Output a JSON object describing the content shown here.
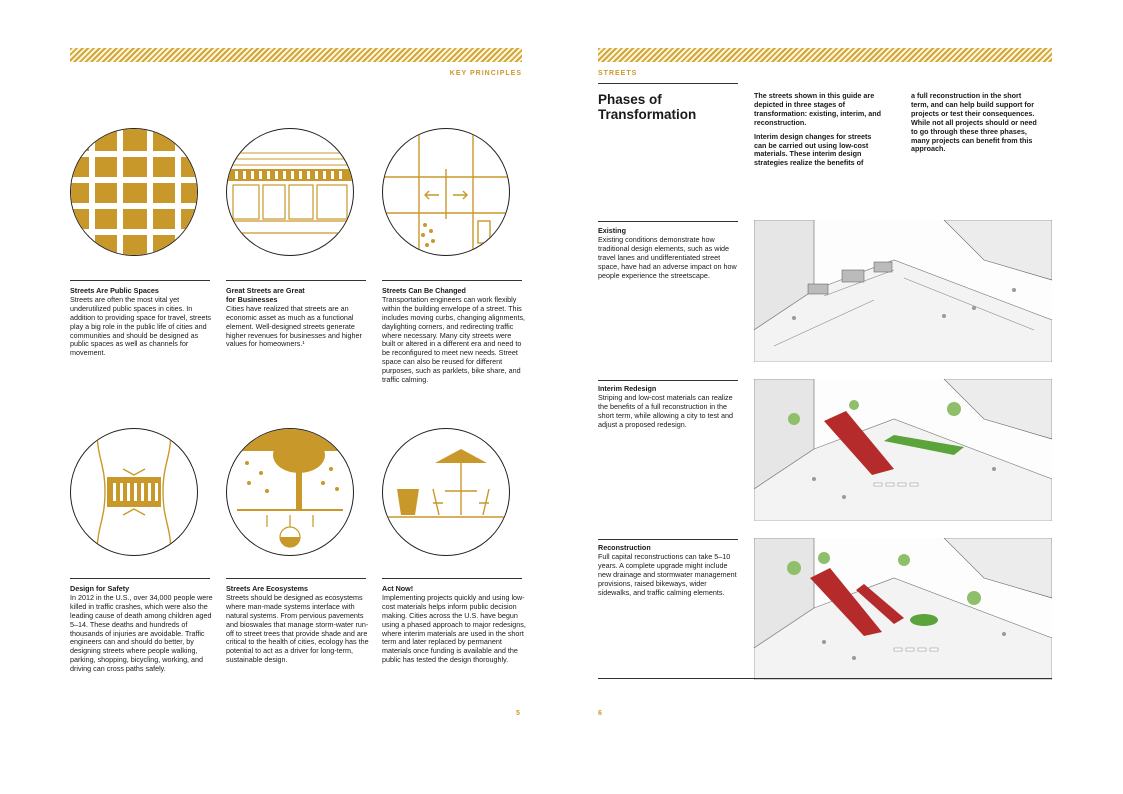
{
  "left_page": {
    "header": "KEY PRINCIPLES",
    "page_number": "5",
    "principles": [
      {
        "icon": "street-grid-icon",
        "title": "Streets Are Public Spaces",
        "body": "Streets are often the most vital yet underutilized public spaces in cities. In addition to providing space for travel, streets play a big role in the public life of cities and communities and should be designed as public spaces as well as channels for movement."
      },
      {
        "icon": "storefront-icon",
        "title_line1": "Great Streets are Great",
        "title_line2": "for Businesses",
        "body": "Cities have realized that streets are an economic asset as much as a functional element. Well-designed streets generate higher revenues for businesses and higher values for homeowners.¹"
      },
      {
        "icon": "street-plan-arrows-icon",
        "title": "Streets Can Be Changed",
        "body": "Transportation engineers can work flexibly within the building envelope of a street. This includes moving curbs, changing alignments, daylighting corners, and redirecting traffic where necessary. Many city streets were built or altered in a different era and need to be reconfigured to meet new needs. Street space can also be reused for different purposes, such as parklets, bike share, and traffic calming."
      },
      {
        "icon": "crosswalk-icon",
        "title": "Design for Safety",
        "body": "In 2012 in the U.S., over 34,000 people were killed in traffic crashes, which were also the leading cause of death among children aged 5–14. These deaths and hundreds of thousands of injuries are avoidable. Traffic engineers can and should do better, by designing streets where people walking, parking, shopping, bicycling, working, and driving can cross paths safely."
      },
      {
        "icon": "tree-rain-icon",
        "title": "Streets Are Ecosystems",
        "body": "Streets should be designed as ecosystems where man-made systems interface with natural systems. From pervious pavements and bioswales that manage storm-water run-off to street trees that provide shade and are critical to the health of cities, ecology has the potential to act as a driver for long-term, sustainable design."
      },
      {
        "icon": "cafe-table-umbrella-icon",
        "title": "Act Now!",
        "body": "Implementing projects quickly and using low-cost materials helps inform public decision making. Cities across the U.S. have begun using a phased approach to major redesigns, where interim materials are used in the short term and later replaced by permanent materials once funding is available and the public has tested the design thoroughly."
      }
    ]
  },
  "right_page": {
    "header": "STREETS",
    "page_number": "6",
    "title_line1": "Phases of",
    "title_line2": "Transformation",
    "intro_col1_p1": "The streets shown in this guide are depicted in three stages of transformation: existing, interim, and reconstruction.",
    "intro_col1_p2": "Interim design changes for streets can be carried out using low-cost materials. These interim design strategies realize the benefits of",
    "intro_col2": "a full reconstruction in the short term, and can help build support for projects or test their consequences. While not all projects should or need to go through these three phases, many projects can benefit from this approach.",
    "phases": [
      {
        "title": "Existing",
        "body": "Existing conditions demonstrate how traditional design elements, such as wide travel lanes and undifferentiated street space, have had an adverse impact on how people experience the streetscape."
      },
      {
        "title": "Interim Redesign",
        "body": "Striping and low-cost materials can realize the benefits of a full reconstruction in the short term, while allowing a city to test and adjust a proposed redesign."
      },
      {
        "title": "Reconstruction",
        "body": "Full capital reconstructions can take 5–10 years. A complete upgrade might include new drainage and stormwater management provisions, raised bikeways, wider sidewalks, and traffic calming elements."
      }
    ]
  },
  "colors": {
    "accent": "#c9982a",
    "band_light": "#fff6d9",
    "ink": "#1a1a1a",
    "green": "#5ba33b",
    "red": "#b52a2a"
  }
}
